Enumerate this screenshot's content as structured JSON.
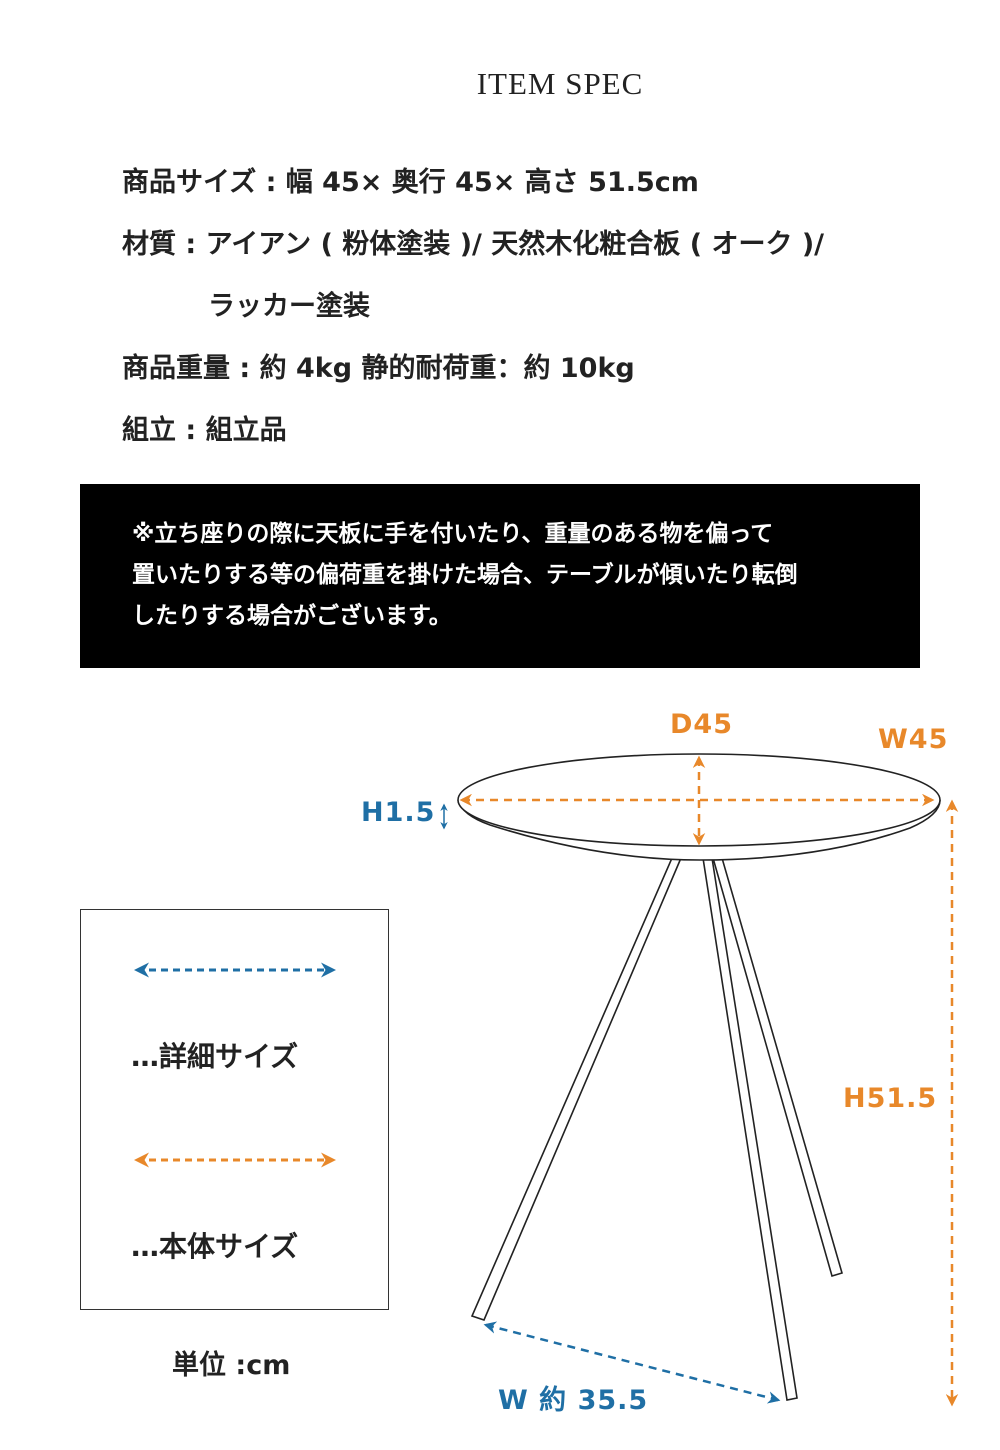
{
  "title": "ITEM SPEC",
  "specs": [
    "商品サイズ : 幅 45× 奥行 45× 高さ 51.5cm",
    "材質 : アイアン ( 粉体塗装 )/ 天然木化粧合板 ( オーク )/",
    "ラッカー塗装",
    "商品重量 : 約 4kg  静的耐荷重：約 10kg",
    "組立 : 組立品"
  ],
  "notice": [
    "※立ち座りの際に天板に手を付いたり、重量のある物を偏って",
    "置いたりする等の偏荷重を掛けた場合、テーブルが傾いたり転倒",
    "したりする場合がございます。"
  ],
  "legend": {
    "detail_label": "…詳細サイズ",
    "body_label": "…本体サイズ"
  },
  "unit": "単位 :cm",
  "dimensions": {
    "depth": "D45",
    "width": "W45",
    "top_thickness": "H1.5",
    "height": "H51.5",
    "leg_span": "W 約 35.5"
  },
  "colors": {
    "body_size": "#e8882a",
    "detail_size": "#1f6fa5"
  }
}
